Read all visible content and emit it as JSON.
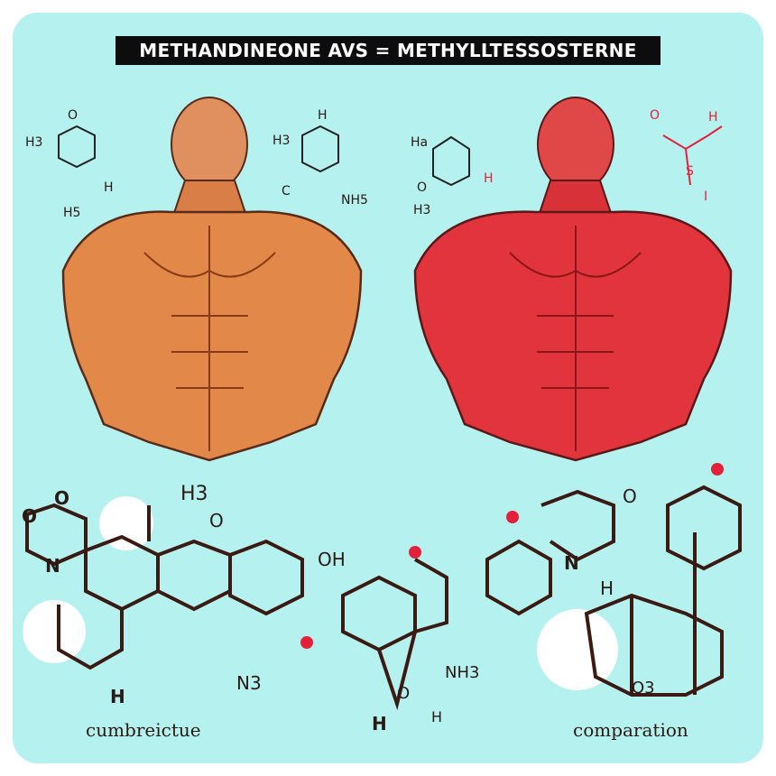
{
  "title": "METHANDINEONE AVS = METHYLLTESSOSTERNE",
  "colors": {
    "background": "#b5f1ef",
    "left_figure": "#e2894a",
    "right_figure": "#e2343c",
    "title_bar": "#0d0d0d",
    "accent_red": "#e3213a"
  },
  "top_left_molecule_1": [
    "O",
    "H3",
    "H5",
    "H"
  ],
  "top_left_molecule_2": [
    "H",
    "H3",
    "C",
    "NH5"
  ],
  "top_right_molecule_1": [
    "Ha",
    "O",
    "H3",
    "H"
  ],
  "top_right_molecule_2": [
    "O",
    "H",
    "S",
    "I"
  ],
  "bottom_left_molecule": [
    "O",
    "O",
    "N",
    "H3",
    "O",
    "OH",
    "H",
    "N3"
  ],
  "bottom_middle_molecule": [
    "NH3",
    "H",
    "H",
    "O"
  ],
  "bottom_right_molecule": [
    "O",
    "N",
    "H",
    "O3"
  ],
  "captions": {
    "left": "cumbreictue",
    "right": "comparation"
  }
}
